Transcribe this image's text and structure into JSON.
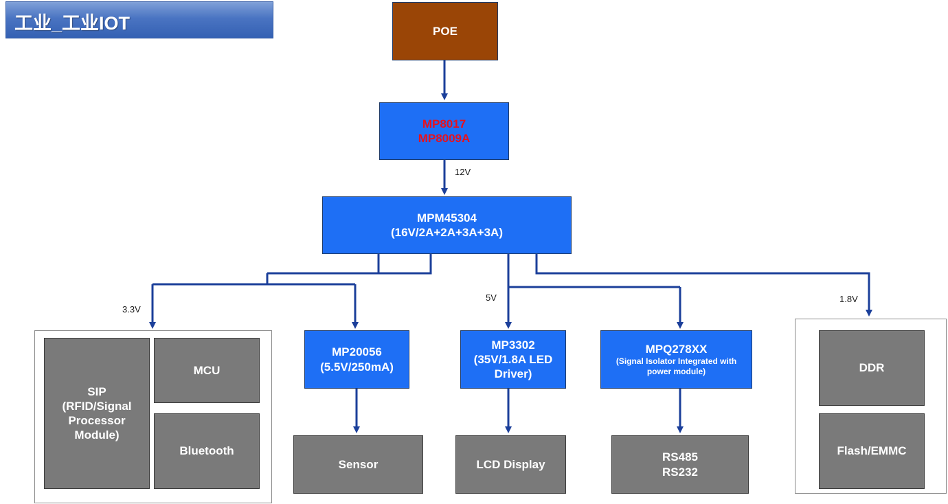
{
  "title": "工业_工业IOT",
  "colors": {
    "poe": "#9a4506",
    "converter": "#1e6ff5",
    "load": "#7a7a7a",
    "connector": "#1b3f9a",
    "highlight_text": "#e8111d"
  },
  "blocks": {
    "poe": "POE",
    "pd_line1": "MP8017",
    "pd_line2": "MP8009A",
    "pmic_line1": "MPM45304",
    "pmic_line2": "(16V/2A+2A+3A+3A)",
    "ldo_line1": "MP20056",
    "ldo_line2": "(5.5V/250mA)",
    "led_line1": "MP3302",
    "led_line2": "(35V/1.8A LED",
    "led_line3": "Driver)",
    "iso_line1": "MPQ278XX",
    "iso_line2": "(Signal Isolator Integrated with",
    "iso_line3": "power module)"
  },
  "loads": {
    "sip_line1": "SIP",
    "sip_line2": "(RFID/Signal",
    "sip_line3": "Processor",
    "sip_line4": "Module)",
    "mcu": "MCU",
    "bluetooth": "Bluetooth",
    "sensor": "Sensor",
    "lcd": "LCD Display",
    "rs_line1": "RS485",
    "rs_line2": "RS232",
    "ddr": "DDR",
    "flash": "Flash/EMMC"
  },
  "rails": {
    "v12": "12V",
    "v33": "3.3V",
    "v5": "5V",
    "v18": "1.8V"
  }
}
